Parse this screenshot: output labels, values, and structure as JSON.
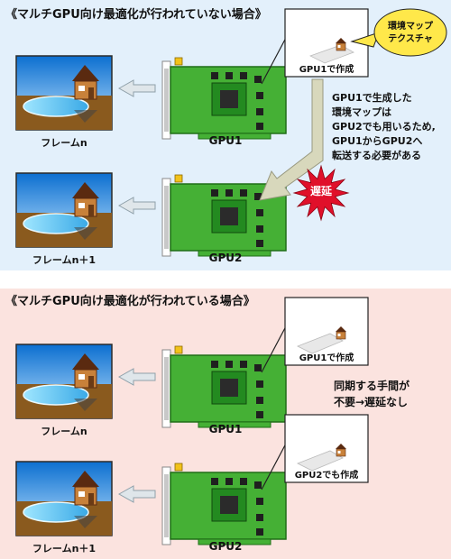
{
  "top": {
    "title": "《マルチGPU向け最適化が行われていない場合》",
    "bg_color": "#e3f0fb",
    "frame1_label": "フレームn",
    "frame2_label": "フレームn＋1",
    "gpu1_label": "GPU1",
    "gpu2_label": "GPU2",
    "inset_caption": "GPU1で作成",
    "bubble_label": [
      "環境マップ",
      "テクスチャ"
    ],
    "note_lines": [
      "GPU1で生成した",
      "環境マップは",
      "GPU2でも用いるため,",
      "GPU1からGPU2へ",
      "転送する必要がある"
    ],
    "delay_label": "遅延",
    "delay_color": "#e0102a"
  },
  "bottom": {
    "title": "《マルチGPU向け最適化が行われている場合》",
    "bg_color": "#fbe3df",
    "frame1_label": "フレームn",
    "frame2_label": "フレームn＋1",
    "gpu1_label": "GPU1",
    "gpu2_label": "GPU2",
    "inset1_caption": "GPU1で作成",
    "inset2_caption": "GPU2でも作成",
    "note_lines": [
      "同期する手間が",
      "不要→遅延なし"
    ]
  },
  "colors": {
    "board_green": "#45b035",
    "board_dark": "#1f6e17",
    "bracket": "#8a8a8a",
    "bubble": "#ffe84a",
    "sky": "#1d8fe0",
    "ground": "#8a5a1e"
  }
}
